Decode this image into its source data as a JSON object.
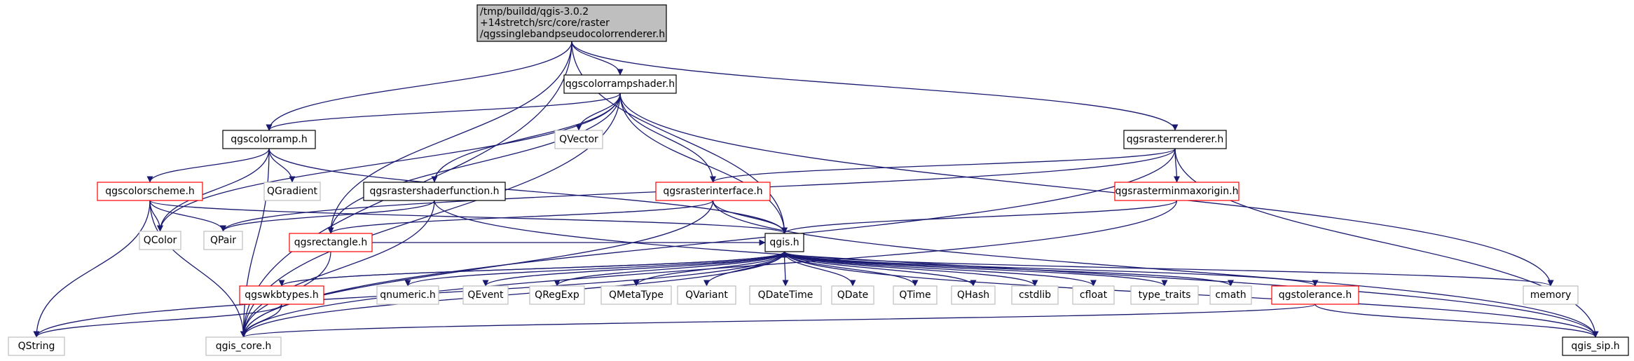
{
  "colors": {
    "edge": "#191970",
    "root_fill": "#bfbfbf",
    "node_black_border": "#000000",
    "node_red_border": "#ff0000",
    "node_gray_border": "#bfbfbf",
    "text": "#000000"
  },
  "nodes": [
    {
      "id": "root",
      "lines": [
        "/tmp/buildd/qgis-3.0.2",
        "+14stretch/src/core/raster",
        "/qgssinglebandpseudocolorrenderer.h"
      ],
      "style": "root"
    },
    {
      "id": "qgscolorrampshader",
      "lines": [
        "qgscolorrampshader.h"
      ],
      "style": "black"
    },
    {
      "id": "qgscolorramp",
      "lines": [
        "qgscolorramp.h"
      ],
      "style": "black"
    },
    {
      "id": "qgsrasterrenderer",
      "lines": [
        "qgsrasterrenderer.h"
      ],
      "style": "black"
    },
    {
      "id": "qgscolorscheme",
      "lines": [
        "qgscolorscheme.h"
      ],
      "style": "red"
    },
    {
      "id": "qgsrastershaderfunction",
      "lines": [
        "qgsrastershaderfunction.h"
      ],
      "style": "black"
    },
    {
      "id": "qgsrasterinterface",
      "lines": [
        "qgsrasterinterface.h"
      ],
      "style": "red"
    },
    {
      "id": "qgsrasterminmaxorigin",
      "lines": [
        "qgsrasterminmaxorigin.h"
      ],
      "style": "red"
    },
    {
      "id": "QGradient",
      "lines": [
        "QGradient"
      ],
      "style": "gray"
    },
    {
      "id": "QVector",
      "lines": [
        "QVector"
      ],
      "style": "gray"
    },
    {
      "id": "QColor",
      "lines": [
        "QColor"
      ],
      "style": "gray"
    },
    {
      "id": "QPair",
      "lines": [
        "QPair"
      ],
      "style": "gray"
    },
    {
      "id": "qgsrectangle",
      "lines": [
        "qgsrectangle.h"
      ],
      "style": "red"
    },
    {
      "id": "qgis",
      "lines": [
        "qgis.h"
      ],
      "style": "black"
    },
    {
      "id": "qgswkbtypes",
      "lines": [
        "qgswkbtypes.h"
      ],
      "style": "red"
    },
    {
      "id": "qnumeric",
      "lines": [
        "qnumeric.h"
      ],
      "style": "gray"
    },
    {
      "id": "QEvent",
      "lines": [
        "QEvent"
      ],
      "style": "gray"
    },
    {
      "id": "QRegExp",
      "lines": [
        "QRegExp"
      ],
      "style": "gray"
    },
    {
      "id": "QMetaType",
      "lines": [
        "QMetaType"
      ],
      "style": "gray"
    },
    {
      "id": "QVariant",
      "lines": [
        "QVariant"
      ],
      "style": "gray"
    },
    {
      "id": "QDateTime",
      "lines": [
        "QDateTime"
      ],
      "style": "gray"
    },
    {
      "id": "QDate",
      "lines": [
        "QDate"
      ],
      "style": "gray"
    },
    {
      "id": "QTime",
      "lines": [
        "QTime"
      ],
      "style": "gray"
    },
    {
      "id": "QHash",
      "lines": [
        "QHash"
      ],
      "style": "gray"
    },
    {
      "id": "cstdlib",
      "lines": [
        "cstdlib"
      ],
      "style": "gray"
    },
    {
      "id": "cfloat",
      "lines": [
        "cfloat"
      ],
      "style": "gray"
    },
    {
      "id": "type_traits",
      "lines": [
        "type_traits"
      ],
      "style": "gray"
    },
    {
      "id": "cmath",
      "lines": [
        "cmath"
      ],
      "style": "gray"
    },
    {
      "id": "qgstolerance",
      "lines": [
        "qgstolerance.h"
      ],
      "style": "red"
    },
    {
      "id": "memory",
      "lines": [
        "memory"
      ],
      "style": "gray"
    },
    {
      "id": "QString",
      "lines": [
        "QString"
      ],
      "style": "gray"
    },
    {
      "id": "qgis_core",
      "lines": [
        "qgis_core.h"
      ],
      "style": "gray"
    },
    {
      "id": "qgis_sip",
      "lines": [
        "qgis_sip.h"
      ],
      "style": "black"
    }
  ],
  "edges": [
    [
      "root",
      "qgscolorrampshader"
    ],
    [
      "root",
      "qgscolorramp"
    ],
    [
      "root",
      "qgsrasterrenderer"
    ],
    [
      "root",
      "qgsrectangle"
    ],
    [
      "root",
      "qgis"
    ],
    [
      "root",
      "qgis_core"
    ],
    [
      "qgscolorrampshader",
      "qgscolorramp"
    ],
    [
      "qgscolorrampshader",
      "QVector"
    ],
    [
      "qgscolorrampshader",
      "qgsrastershaderfunction"
    ],
    [
      "qgscolorrampshader",
      "qgsrasterinterface"
    ],
    [
      "qgscolorrampshader",
      "qgsrectangle"
    ],
    [
      "qgscolorrampshader",
      "qgis"
    ],
    [
      "qgscolorrampshader",
      "QColor"
    ],
    [
      "qgscolorrampshader",
      "qgis_core"
    ],
    [
      "qgscolorrampshader",
      "memory"
    ],
    [
      "qgscolorramp",
      "qgscolorscheme"
    ],
    [
      "qgscolorramp",
      "QGradient"
    ],
    [
      "qgscolorramp",
      "QColor"
    ],
    [
      "qgscolorramp",
      "qgis"
    ],
    [
      "qgscolorramp",
      "qgis_core"
    ],
    [
      "qgsrasterrenderer",
      "qgsrasterminmaxorigin"
    ],
    [
      "qgsrasterrenderer",
      "qgsrasterinterface"
    ],
    [
      "qgsrasterrenderer",
      "QPair"
    ],
    [
      "qgsrasterrenderer",
      "qgis_core"
    ],
    [
      "qgsrasterrenderer",
      "qgis_sip"
    ],
    [
      "qgscolorscheme",
      "QColor"
    ],
    [
      "qgscolorscheme",
      "QPair"
    ],
    [
      "qgscolorscheme",
      "qgis"
    ],
    [
      "qgscolorscheme",
      "QString"
    ],
    [
      "qgscolorscheme",
      "qgis_core"
    ],
    [
      "qgsrastershaderfunction",
      "QPair"
    ],
    [
      "qgsrastershaderfunction",
      "qgis_core"
    ],
    [
      "qgsrastershaderfunction",
      "qgis_sip"
    ],
    [
      "qgsrasterinterface",
      "qgsrectangle"
    ],
    [
      "qgsrasterinterface",
      "qgis"
    ],
    [
      "qgsrasterinterface",
      "qgis_core"
    ],
    [
      "qgsrasterinterface",
      "qgis_sip"
    ],
    [
      "qgsrasterminmaxorigin",
      "qgis"
    ],
    [
      "qgsrasterminmaxorigin",
      "qgis_core"
    ],
    [
      "qgsrectangle",
      "qgis"
    ],
    [
      "qgsrectangle",
      "qgis_core"
    ],
    [
      "qgis",
      "qgswkbtypes"
    ],
    [
      "qgis",
      "qnumeric"
    ],
    [
      "qgis",
      "QEvent"
    ],
    [
      "qgis",
      "QRegExp"
    ],
    [
      "qgis",
      "QMetaType"
    ],
    [
      "qgis",
      "QVariant"
    ],
    [
      "qgis",
      "QDateTime"
    ],
    [
      "qgis",
      "QDate"
    ],
    [
      "qgis",
      "QTime"
    ],
    [
      "qgis",
      "QHash"
    ],
    [
      "qgis",
      "cstdlib"
    ],
    [
      "qgis",
      "cfloat"
    ],
    [
      "qgis",
      "type_traits"
    ],
    [
      "qgis",
      "cmath"
    ],
    [
      "qgis",
      "qgstolerance"
    ],
    [
      "qgis",
      "memory"
    ],
    [
      "qgis",
      "qgis_core"
    ],
    [
      "qgis",
      "qgis_sip"
    ],
    [
      "qgis",
      "QString"
    ],
    [
      "qgswkbtypes",
      "qgis"
    ],
    [
      "qgswkbtypes",
      "QString"
    ],
    [
      "qgswkbtypes",
      "qgis_core"
    ],
    [
      "qgstolerance",
      "qgis_core"
    ],
    [
      "qgstolerance",
      "qgis_sip"
    ]
  ]
}
